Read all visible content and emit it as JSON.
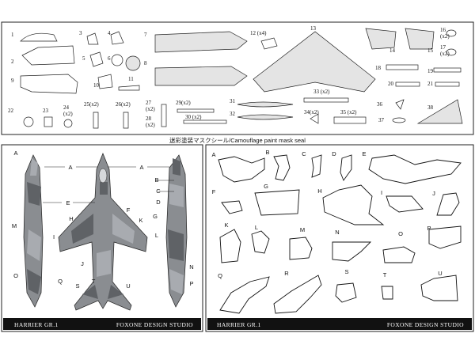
{
  "parts": {
    "labels": [
      "1",
      "2",
      "3",
      "4",
      "5",
      "6",
      "7",
      "8",
      "9",
      "10",
      "11",
      "12 (x4)",
      "13",
      "14",
      "15",
      "16",
      "(x2)",
      "17",
      "(x2)",
      "18",
      "19",
      "20",
      "21",
      "22",
      "23",
      "24",
      "(x2)",
      "25(x2)",
      "26(x2)",
      "27",
      "(x2)",
      "28",
      "(x2)",
      "29(x2)",
      "30 (x2)",
      "31",
      "32",
      "33 (x2)",
      "34(x2)",
      "35 (x2)",
      "36",
      "37",
      "38"
    ]
  },
  "caption": "迷彩塗装マスクシール/Camouflage paint mask seal",
  "left_panel": {
    "callouts": [
      "A",
      "A",
      "A",
      "B",
      "C",
      "D",
      "E",
      "F",
      "G",
      "H",
      "I",
      "J",
      "K",
      "L",
      "M",
      "N",
      "O",
      "P",
      "Q",
      "S",
      "T",
      "U"
    ],
    "footer_left": "HARRIER GR.1",
    "footer_right": "FOXONE DESIGN STUDIO",
    "camo_colors": {
      "dark": "#5f6266",
      "light": "#a8abb0",
      "base": "#8a8d91"
    }
  },
  "right_panel": {
    "mask_letters": [
      "A",
      "B",
      "C",
      "D",
      "E",
      "F",
      "G",
      "H",
      "I",
      "J",
      "K",
      "L",
      "M",
      "N",
      "O",
      "P",
      "Q",
      "R",
      "S",
      "T",
      "U"
    ],
    "footer_left": "HARRIER GR.1",
    "footer_right": "FOXONE DESIGN STUDIO"
  }
}
